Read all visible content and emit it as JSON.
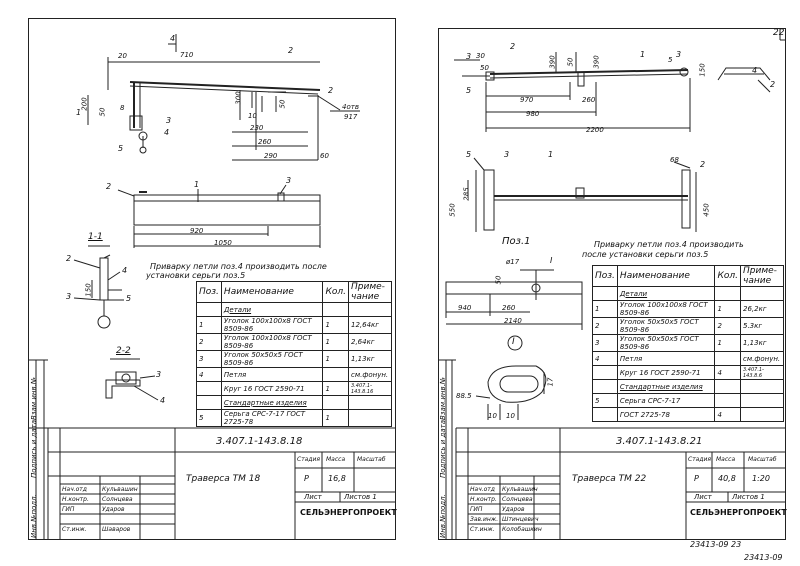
{
  "left": {
    "dims_top": {
      "d20": "20",
      "d710": "710",
      "d4": "4",
      "d2": "2"
    },
    "dims_side": {
      "d200": "200",
      "d50": "50",
      "d8": "8",
      "d300": "300",
      "d10": "10",
      "d50b": "50",
      "d230": "230",
      "d260": "260",
      "d290": "290",
      "d60": "60"
    },
    "labels": {
      "n1": "1",
      "n4": "4",
      "n3": "3",
      "n5": "5",
      "n2": "2",
      "d917": "917",
      "d4otv": "4отв"
    },
    "beam": {
      "n2": "2",
      "n1": "1",
      "n3": "3",
      "d920": "920",
      "d1050": "1050"
    },
    "section11": {
      "title": "1-1",
      "n2": "2",
      "n3": "3",
      "n4": "4",
      "n5": "5",
      "d150": "150"
    },
    "section22": {
      "title": "2-2",
      "n3": "3",
      "n4": "4"
    },
    "note": [
      "Приварку петли поз.4 производить после",
      "установки серьги поз.5"
    ],
    "spec": {
      "head": [
        "Поз.",
        "Наименование",
        "Кол.",
        "Приме-чание"
      ],
      "rows": [
        {
          "pos": "",
          "name": "Детали",
          "qty": "",
          "note": ""
        },
        {
          "pos": "1",
          "name": "Уголок 100х100х8 ГОСТ 8509-86",
          "qty": "1",
          "note": "12,64кг"
        },
        {
          "pos": "2",
          "name": "Уголок 100х100х8 ГОСТ 8509-86",
          "qty": "1",
          "note": "2,64кг"
        },
        {
          "pos": "3",
          "name": "Уголок 50х50х5 ГОСТ 8509-86",
          "qty": "1",
          "note": "1,13кг"
        },
        {
          "pos": "4",
          "name": "Петля",
          "qty": "",
          "note": "см.фонун."
        },
        {
          "pos": "",
          "name": "Круг 16 ГОСТ 2590-71",
          "qty": "1",
          "note": "3.407.1-143.8.16"
        },
        {
          "pos": "",
          "name": "Стандартные изделия",
          "qty": "",
          "note": ""
        },
        {
          "pos": "5",
          "name": "Серьга СРС-7-17 ГОСТ 2725-78",
          "qty": "1",
          "note": ""
        }
      ]
    },
    "titleblock": {
      "code": "3.407.1-143.8.18",
      "name": "Траверса  ТМ 18",
      "stage_h": "Стадия",
      "mass_h": "Масса",
      "scale_h": "Масштаб",
      "stage": "Р",
      "mass": "16,8",
      "scale": "",
      "sheet": "Лист",
      "sheets": "Листов 1",
      "org": "СЕЛЬЭНЕРГОПРОЕКТ",
      "people": [
        {
          "role": "Нач.отд",
          "name": "Кульвашин"
        },
        {
          "role": "Н.контр.",
          "name": "Солнцева"
        },
        {
          "role": "ГИП",
          "name": "Ударов"
        },
        {
          "role": "Ст.инж.",
          "name": "Шаваров"
        }
      ]
    },
    "side_labels": [
      "Взам.инв.№",
      "Подпись и дата",
      "Инв.№подл."
    ]
  },
  "right": {
    "page": "22",
    "top": {
      "n2": "2",
      "n3": "3",
      "n1": "1",
      "n3b": "3",
      "n5": "5",
      "n4": "4",
      "n2b": "2",
      "d30": "30",
      "d50": "50",
      "d150": "150",
      "d390": "390",
      "d50b": "50",
      "d390b": "390",
      "d970": "970",
      "d260": "260",
      "d980": "980",
      "d2200": "2200",
      "d5": "5"
    },
    "mid": {
      "n5": "5",
      "n3": "3",
      "n1": "1",
      "n2": "2",
      "d68": "68",
      "d285": "285",
      "d550": "550",
      "d450": "450"
    },
    "poz": "Поз.1",
    "poz_dims": {
      "d17": "ø17",
      "dI": "I",
      "d50": "50",
      "d940": "940",
      "d260": "260",
      "d2140": "2140"
    },
    "detail": {
      "mark": "I",
      "d88": "88.5",
      "d10": "10",
      "d10b": "10",
      "d17": "17"
    },
    "note": [
      "Приварку петли поз.4 производить",
      "после установки серьги поз.5"
    ],
    "spec": {
      "head": [
        "Поз.",
        "Наименование",
        "Кол.",
        "Приме-чание"
      ],
      "rows": [
        {
          "pos": "",
          "name": "Детали",
          "qty": "",
          "note": ""
        },
        {
          "pos": "1",
          "name": "Уголок 100х100х8 ГОСТ 8509-86",
          "qty": "1",
          "note": "26,2кг"
        },
        {
          "pos": "2",
          "name": "Уголок 50х50х5 ГОСТ 8509-86",
          "qty": "2",
          "note": "5.3кг"
        },
        {
          "pos": "3",
          "name": "Уголок 50х50х5 ГОСТ 8509-86",
          "qty": "1",
          "note": "1,13кг"
        },
        {
          "pos": "4",
          "name": "Петля",
          "qty": "",
          "note": "см.фонун."
        },
        {
          "pos": "",
          "name": "Круг 16 ГОСТ 2590-71",
          "qty": "4",
          "note": "3.407.1-143.8.6"
        },
        {
          "pos": "",
          "name": "Стандартные изделия",
          "qty": "",
          "note": ""
        },
        {
          "pos": "5",
          "name": "Серьга СРС-7-17",
          "qty": "",
          "note": ""
        },
        {
          "pos": "",
          "name": "ГОСТ 2725-78",
          "qty": "4",
          "note": ""
        }
      ]
    },
    "titleblock": {
      "code": "3.407.1-143.8.21",
      "name": "Траверса  ТМ 22",
      "stage_h": "Стадия",
      "mass_h": "Масса",
      "scale_h": "Масштаб",
      "stage": "Р",
      "mass": "40,8",
      "scale": "1:20",
      "sheet": "Лист",
      "sheets": "Листов 1",
      "org": "СЕЛЬЭНЕРГОПРОЕКТ",
      "people": [
        {
          "role": "Нач.отд",
          "name": "Кульвашин"
        },
        {
          "role": "Н.контр.",
          "name": "Солнцева"
        },
        {
          "role": "ГИП",
          "name": "Ударов"
        },
        {
          "role": "Зав.инж.",
          "name": "Штинцевич"
        },
        {
          "role": "Ст.инж.",
          "name": "Колобашкин"
        }
      ]
    },
    "side_labels": [
      "Взам.инв.№",
      "Подпись и дата",
      "Инв.№подл."
    ],
    "bottom_code": "23413-09  23",
    "bottom_code2": "23413-09"
  }
}
